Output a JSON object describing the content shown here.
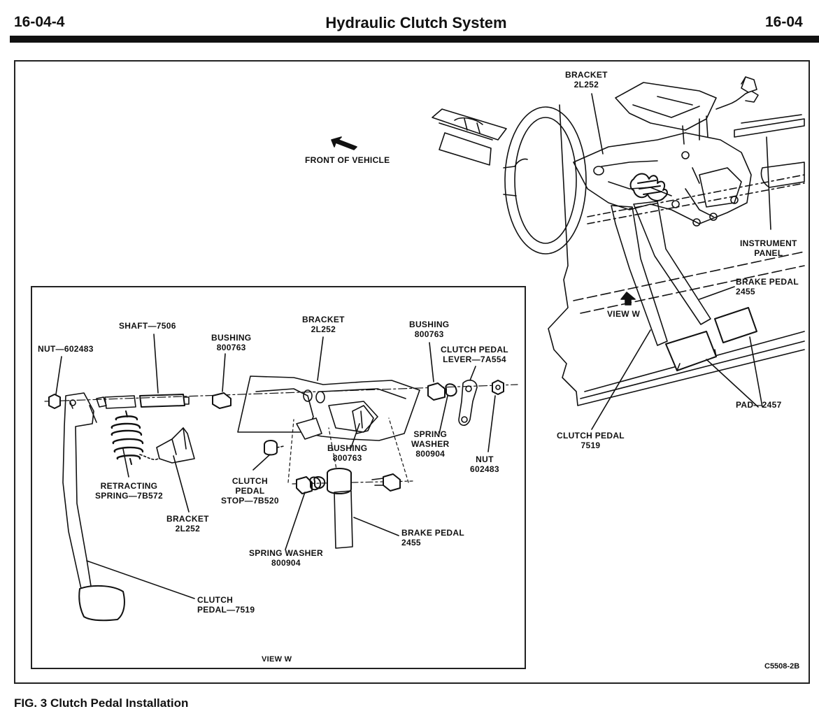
{
  "header": {
    "page_number_left": "16-04-4",
    "title": "Hydraulic Clutch System",
    "page_number_right": "16-04"
  },
  "figure": {
    "caption": "FIG. 3 Clutch Pedal Installation",
    "code": "C5508-2B",
    "main_view_labels": {
      "front_of_vehicle": "FRONT OF VEHICLE",
      "bracket": [
        "BRACKET",
        "2L252"
      ],
      "instrument_panel": [
        "INSTRUMENT",
        "PANEL"
      ],
      "brake_pedal": [
        "BRAKE PEDAL",
        "2455"
      ],
      "view_w": "VIEW W",
      "pad": "PAD—2457",
      "clutch_pedal": [
        "CLUTCH PEDAL",
        "7519"
      ]
    },
    "inset_labels": {
      "nut_left": "NUT—602483",
      "shaft": "SHAFT—7506",
      "bushing_left": [
        "BUSHING",
        "800763"
      ],
      "bracket_top": [
        "BRACKET",
        "2L252"
      ],
      "bushing_right": [
        "BUSHING",
        "800763"
      ],
      "clutch_pedal_lever": [
        "CLUTCH PEDAL",
        "LEVER—7A554"
      ],
      "spring_washer_right": [
        "SPRING",
        "WASHER",
        "800904"
      ],
      "nut_right": [
        "NUT",
        "602483"
      ],
      "bushing_lower": [
        "BUSHING",
        "800763"
      ],
      "retracting_spring": [
        "RETRACTING",
        "SPRING—7B572"
      ],
      "clutch_pedal_stop": [
        "CLUTCH",
        "PEDAL",
        "STOP—7B520"
      ],
      "bracket_bottom": [
        "BRACKET",
        "2L252"
      ],
      "spring_washer_lower": [
        "SPRING WASHER",
        "800904"
      ],
      "brake_pedal": [
        "BRAKE PEDAL",
        "2455"
      ],
      "clutch_pedal": [
        "CLUTCH",
        "PEDAL—7519"
      ],
      "view_w": "VIEW W"
    }
  }
}
